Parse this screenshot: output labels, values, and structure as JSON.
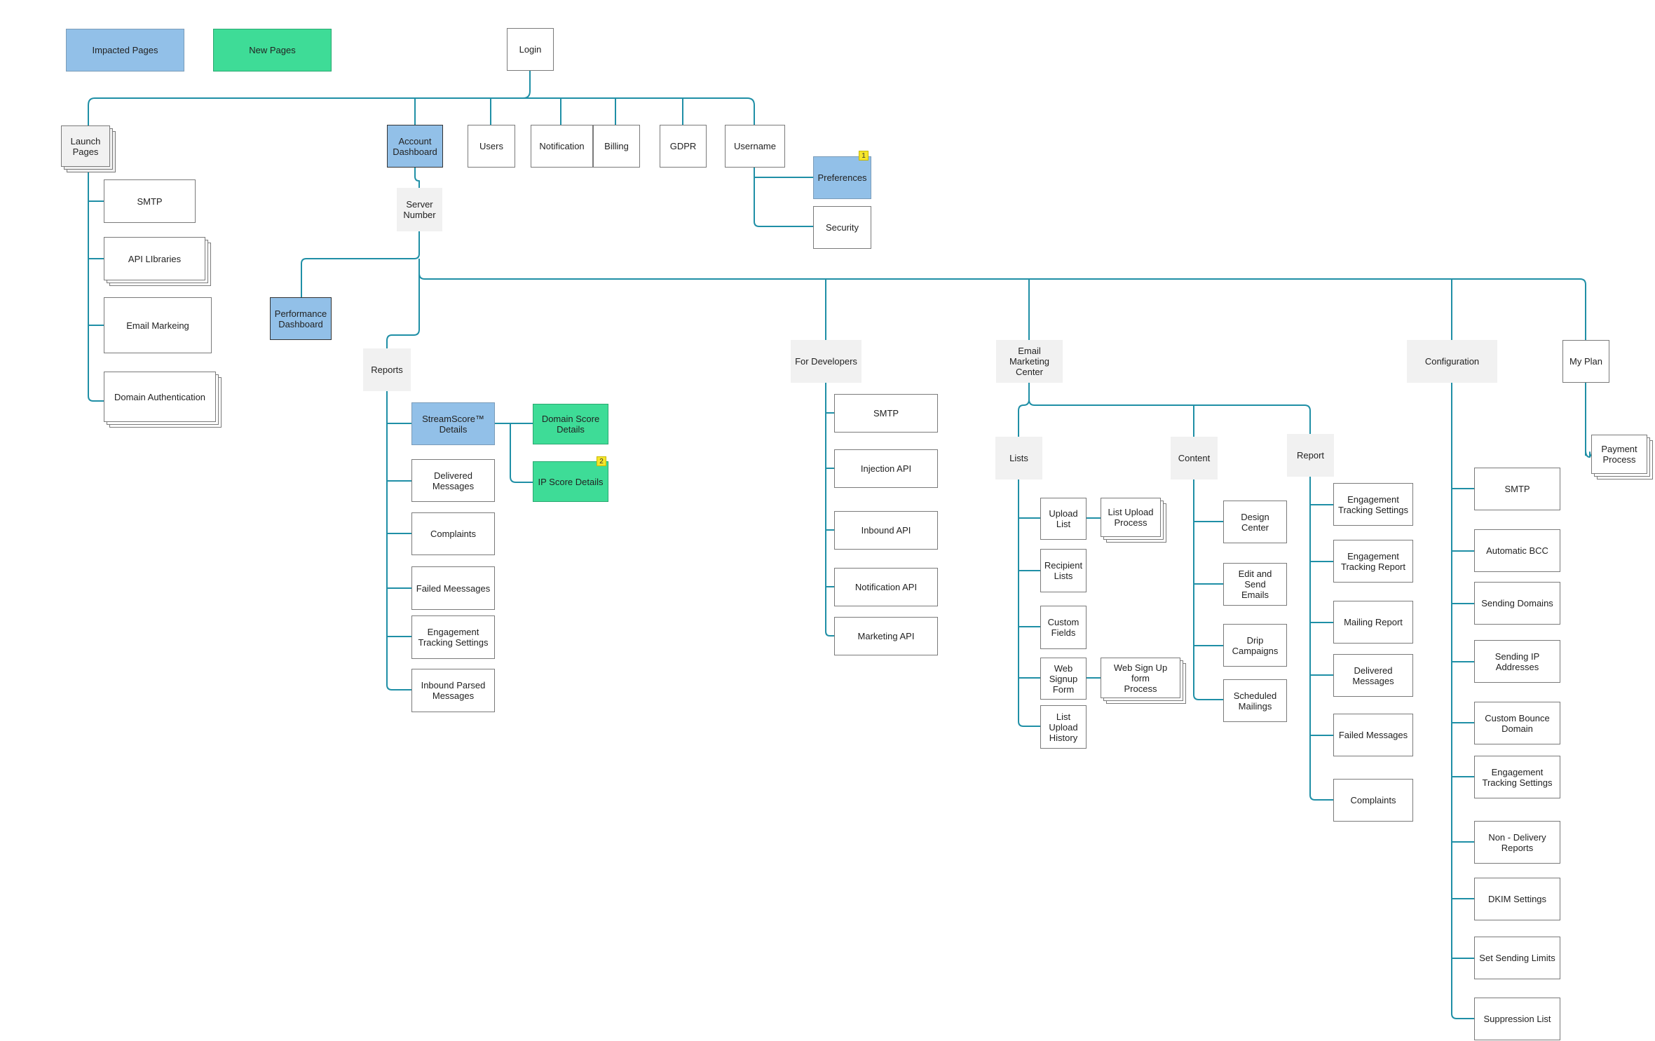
{
  "colors": {
    "connector": "#1f8fa6",
    "impacted": "#92c0e8",
    "new": "#3edc97",
    "section": "#f1f1f1",
    "badge": "#f5e52b"
  },
  "legend": {
    "impacted": "Impacted Pages",
    "new": "New Pages"
  },
  "nodes": {
    "login": "Login",
    "launch_pages": "Launch\nPages",
    "account_dashboard": "Account\nDashboard",
    "users": "Users",
    "notification": "Notification",
    "billing": "Billing",
    "gdpr": "GDPR",
    "username": "Username",
    "preferences": "Preferences",
    "security": "Security",
    "launch_smtp": "SMTP",
    "api_libraries": "API LIbraries",
    "email_marketing": "Email Markeing",
    "domain_auth": "Domain Authentication",
    "server_number": "Server\nNumber",
    "performance_dashboard": "Performance\nDashboard",
    "reports": "Reports",
    "streamscore": "StreamScore™\nDetails",
    "domain_score": "Domain Score\nDetails",
    "ip_score": "IP Score Details",
    "delivered": "Delivered\nMessages",
    "complaints": "Complaints",
    "failed": "Failed Meessages",
    "engagement_settings": "Engagement\nTracking Settings",
    "inbound_parsed": "Inbound Parsed\nMessages",
    "for_developers": "For Developers",
    "dev_smtp": "SMTP",
    "injection_api": "Injection API",
    "inbound_api": "Inbound API",
    "notification_api": "Notification API",
    "marketing_api": "Marketing API",
    "emc": "Email\nMarketing\nCenter",
    "lists": "Lists",
    "upload_list": "Upload\nList",
    "list_upload_process": "List Upload\nProcess",
    "recipient_lists": "Recipient\nLists",
    "custom_fields": "Custom\nFields",
    "web_signup": "Web\nSignup\nForm",
    "web_signup_process": "Web Sign Up form\nProcess",
    "list_upload_history": "List\nUpload\nHistory",
    "content": "Content",
    "design_center": "Design Center",
    "edit_send": "Edit and Send\nEmails",
    "drip": "Drip\nCampaigns",
    "scheduled": "Scheduled\nMailings",
    "report": "Report",
    "r_eng_settings": "Engagement\nTracking Settings",
    "r_eng_report": "Engagement\nTracking Report",
    "r_mailing": "Mailing Report",
    "r_delivered": "Delivered\nMessages",
    "r_failed": "Failed Messages",
    "r_complaints": "Complaints",
    "configuration": "Configuration",
    "c_smtp": "SMTP",
    "c_bcc": "Automatic BCC",
    "c_sending_domains": "Sending Domains",
    "c_sending_ip": "Sending IP\nAddresses",
    "c_bounce": "Custom Bounce\nDomain",
    "c_engagement": "Engagement\nTracking Settings",
    "c_nondelivery": "Non - Delivery\nReports",
    "c_dkim": "DKIM Settings",
    "c_limits": "Set Sending Limits",
    "c_suppression": "Suppression List",
    "my_plan": "My Plan",
    "payment": "Payment\nProcess"
  },
  "badges": {
    "preferences": "1",
    "ip_score": "2"
  }
}
